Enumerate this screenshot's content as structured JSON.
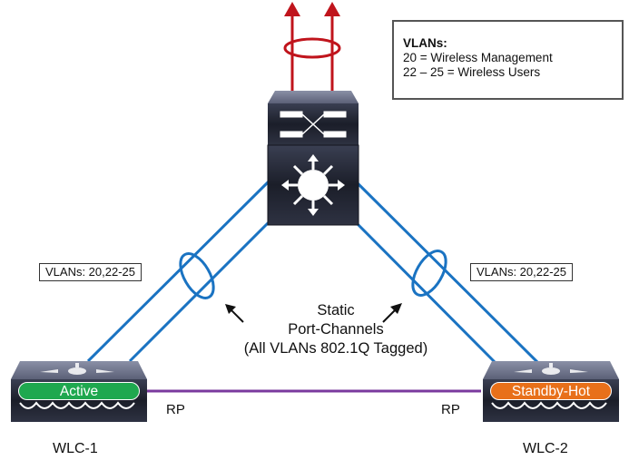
{
  "legend": {
    "title": "VLANs:",
    "lines": [
      "20 = Wireless Management",
      "22 – 25 = Wireless Users"
    ]
  },
  "links": {
    "left_vlan_tag": "VLANs: 20,22-25",
    "right_vlan_tag": "VLANs: 20,22-25",
    "port_channel_label": [
      "Static",
      "Port-Channels",
      "(All VLANs 802.1Q Tagged)"
    ],
    "redundancy_port_left": "RP",
    "redundancy_port_right": "RP"
  },
  "devices": {
    "core_switch": {
      "type": "layer3-switch"
    },
    "wlc1": {
      "name": "WLC-1",
      "status": "Active",
      "status_color": "#1fa84f"
    },
    "wlc2": {
      "name": "WLC-2",
      "status": "Standby-Hot",
      "status_color": "#e8701a"
    }
  },
  "colors": {
    "trunk": "#1a73c2",
    "uplink": "#c0141c",
    "rp_link": "#7a3a9e",
    "device_body": "#1e2230"
  }
}
